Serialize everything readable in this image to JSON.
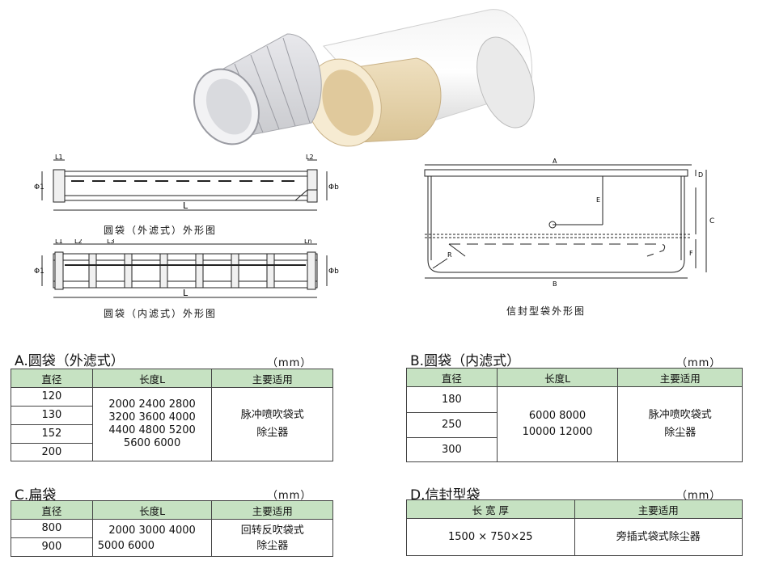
{
  "drawings": {
    "round_outer": {
      "caption": "圆袋（外滤式）外形图",
      "labels": {
        "l1": "L1",
        "l2": "L2",
        "l": "L",
        "d1": "Φ1",
        "db": "Φb"
      }
    },
    "round_inner": {
      "caption": "圆袋（内滤式）外形图",
      "labels": {
        "l1": "L1",
        "l2": "L2",
        "l3": "L3",
        "ln": "Ln",
        "l": "L",
        "d1": "Φ1",
        "db": "Φb"
      }
    },
    "envelope": {
      "caption": "信封型袋外形图",
      "labels": {
        "a": "A",
        "b": "B",
        "c": "C",
        "d": "D",
        "e": "E",
        "f": "F",
        "r": "R"
      }
    }
  },
  "tables": {
    "a": {
      "title": "A.圆袋（外滤式）",
      "unit": "（mm）",
      "headers": [
        "直径",
        "长度L",
        "主要适用"
      ],
      "diameters": [
        "120",
        "130",
        "152",
        "200"
      ],
      "lengths": [
        "2000  2400  2800",
        "3200  3600  4000",
        "4400  4800  5200",
        "5600  6000"
      ],
      "usage": [
        "脉冲喷吹袋式",
        "除尘器"
      ]
    },
    "b": {
      "title": "B.圆袋（内滤式）",
      "unit": "（mm）",
      "headers": [
        "直径",
        "长度L",
        "主要适用"
      ],
      "diameters": [
        "180",
        "250",
        "300"
      ],
      "lengths": [
        "6000      8000",
        "10000    12000"
      ],
      "usage": [
        "脉冲喷吹袋式",
        "除尘器"
      ]
    },
    "c": {
      "title": "C.扁袋",
      "unit": "（mm）",
      "headers": [
        "直径",
        "长度L",
        "主要适用"
      ],
      "diameters": [
        "800",
        "900"
      ],
      "lengths": [
        "2000   3000   4000",
        "5000   6000"
      ],
      "usage": [
        "回转反吹袋式",
        "除尘器"
      ]
    },
    "d": {
      "title": "D.信封型袋",
      "unit": "（mm）",
      "headers": [
        "长 宽 厚",
        "主要适用"
      ],
      "size": "1500 × 750×25",
      "usage": "旁插式袋式除尘器"
    }
  }
}
